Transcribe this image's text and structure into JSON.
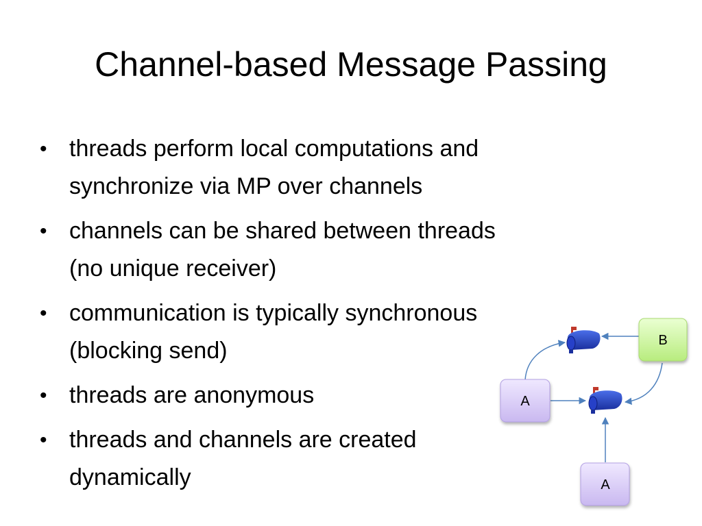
{
  "slide": {
    "title": "Channel-based Message Passing",
    "bullets": [
      {
        "lines": [
          "threads perform local computations and",
          "synchronize via MP over channels"
        ]
      },
      {
        "lines": [
          "channels can be shared between threads",
          "(no unique receiver)"
        ]
      },
      {
        "lines": [
          "communication is typically synchronous",
          "(blocking send)"
        ]
      },
      {
        "lines": [
          "threads are anonymous"
        ]
      },
      {
        "lines": [
          "threads and channels are created",
          "dynamically"
        ]
      }
    ],
    "bullet_glyph": "•"
  },
  "diagram": {
    "nodes": [
      {
        "id": "B",
        "label": "B",
        "color": "#ccf59a"
      },
      {
        "id": "A1",
        "label": "A",
        "color": "#d9ccf5"
      },
      {
        "id": "A2",
        "label": "A",
        "color": "#d9ccf5"
      }
    ],
    "icons": [
      "mailbox-icon",
      "mailbox-icon"
    ],
    "colors": {
      "arrow": "#4f81bd",
      "mailbox": "#1f3fbf",
      "flag": "#c0392b"
    }
  }
}
